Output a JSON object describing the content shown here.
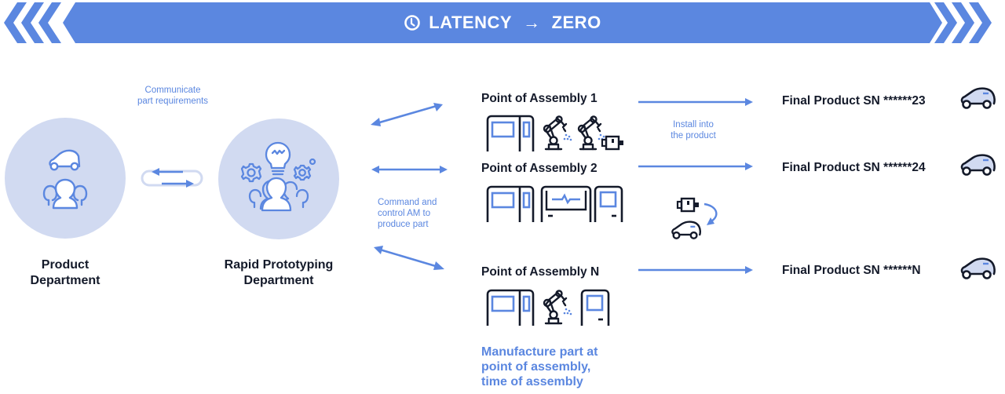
{
  "banner": {
    "icon": "clock-icon",
    "title_left": "LATENCY",
    "arrow_glyph": "→",
    "title_right": "ZERO",
    "color": "#5b87e0"
  },
  "departments": [
    {
      "name_line1": "Product",
      "name_line2": "Department",
      "icon": "car-and-people-icon"
    },
    {
      "name_line1": "Rapid Prototyping",
      "name_line2": "Department",
      "icon": "ideas-and-people-icon"
    }
  ],
  "notes": {
    "communicate_line1": "Communicate",
    "communicate_line2": "part requirements",
    "command_line1": "Command and",
    "command_line2": "control AM to",
    "command_line3": "produce part",
    "install_line1": "Install into",
    "install_line2": "the product"
  },
  "assembly_points": [
    {
      "title": "Point of Assembly 1",
      "equipment": [
        "am-machine-icon",
        "robot-arm-icon",
        "robot-arm-with-part-icon"
      ]
    },
    {
      "title": "Point of Assembly 2",
      "equipment": [
        "am-machine-icon",
        "monitor-machine-icon",
        "cabinet-machine-icon"
      ]
    },
    {
      "title": "Point of Assembly N",
      "equipment": [
        "am-machine-icon",
        "robot-arm-icon",
        "cabinet-machine-icon"
      ]
    }
  ],
  "highlight": {
    "line1": "Manufacture part at",
    "line2": "point of assembly,",
    "line3": "time of assembly"
  },
  "final_products": [
    {
      "label": "Final Product SN ******23",
      "icon": "car-icon"
    },
    {
      "label": "Final Product SN ******24",
      "icon": "car-icon"
    },
    {
      "label": "Final Product SN ******N",
      "icon": "car-icon"
    }
  ],
  "install_illustration": {
    "icons": [
      "part-icon",
      "curved-arrow-icon",
      "car-icon"
    ]
  },
  "colors": {
    "accent": "#5b87e0",
    "circle": "#d1daf1",
    "dark": "#141a2a",
    "car_fill": "#d1daf1"
  }
}
